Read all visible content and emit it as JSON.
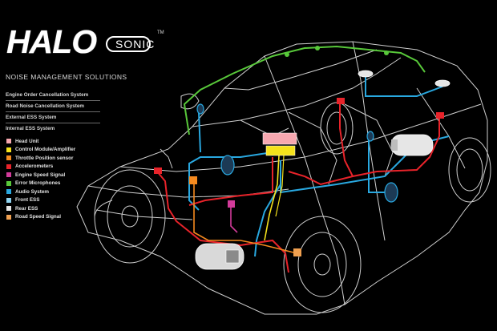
{
  "brand": {
    "logo_main": "HALO",
    "logo_sub": "SONIC",
    "logo_tm": "TM",
    "tagline": "NOISE MANAGEMENT SOLUTIONS"
  },
  "systems": [
    "Engine Order Cancellation System",
    "Road Noise Cancellation System",
    "External ESS System",
    "Internal ESS System"
  ],
  "legend": [
    {
      "label": "Head Unit",
      "color": "#f7a8b0"
    },
    {
      "label": "Control Module/Amplifier",
      "color": "#f5e21c"
    },
    {
      "label": "Throttle Position sensor",
      "color": "#f58a1f"
    },
    {
      "label": "Accelerometers",
      "color": "#e8232a"
    },
    {
      "label": "Engine Speed Signal",
      "color": "#d23b9a"
    },
    {
      "label": "Error Microphones",
      "color": "#58c83a"
    },
    {
      "label": "Audio System",
      "color": "#29a8e0"
    },
    {
      "label": "Front ESS",
      "color": "#8fd3f0"
    },
    {
      "label": "Rear ESS",
      "color": "#e6e6e6"
    },
    {
      "label": "Road Speed Signal",
      "color": "#f0a050"
    }
  ],
  "colors": {
    "background": "#000000",
    "car_outline": "#cfcfcf",
    "red_wire": "#e8232a",
    "blue_wire": "#29a8e0",
    "green_wire": "#58c83a",
    "yellow_wire": "#f5e21c",
    "orange_wire": "#f58a1f",
    "magenta_wire": "#d23b9a"
  }
}
